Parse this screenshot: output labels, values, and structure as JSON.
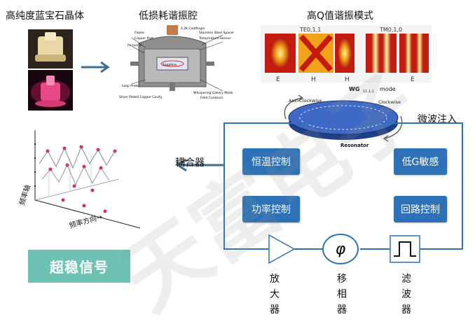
{
  "titles": {
    "crystal": "高纯度蓝宝石晶体",
    "cavity": "低损耗谐振腔",
    "mode": "高Q值谐振模式",
    "injection": "微波注入",
    "coupler": "耦合器"
  },
  "cavity_labels": {
    "flame": "Flame",
    "copper_post": "Copper Post",
    "porous_in": "Porous In",
    "cap": "4.2K Coldfinger",
    "steel_spacer": "Stainless Steel Spacer",
    "temp_sensor": "Temperature Sensor",
    "sapphire": "Sapphire",
    "loop_probe": "Loop Probe",
    "silver_plated": "Silver Plated Copper Cavity",
    "whispering": "Whispering Gallery Mode",
    "field_contours": "Field Contours"
  },
  "mode_labels": {
    "te": "TE0,1,1",
    "tm": "TM0,1,0",
    "e1": "E",
    "h1": "H",
    "h2": "H",
    "e2": "E"
  },
  "resonator": {
    "mode_label": "WG",
    "mode_sub": "11,1,1",
    "mode_suffix": "mode",
    "anticlockwise": "Anti-Clockwise",
    "clockwise": "Clockwise",
    "name": "Resonator"
  },
  "controls": {
    "temp": "恒温控制",
    "power": "功率控制",
    "lowg": "低G敏感",
    "loop": "回路控制"
  },
  "components": {
    "amplifier": "放\n大\n器",
    "phase_shifter": "移\n相\n器",
    "phase_symbol": "φ",
    "filter": "滤\n波\n器"
  },
  "plot_labels": {
    "y": "频率轴",
    "x": "频率方向→"
  },
  "output": "超稳信号",
  "watermark": "天富电子",
  "colors": {
    "blue": "#2d72b8",
    "teal": "#6dc2b4",
    "arrow": "#3d6f8f"
  }
}
